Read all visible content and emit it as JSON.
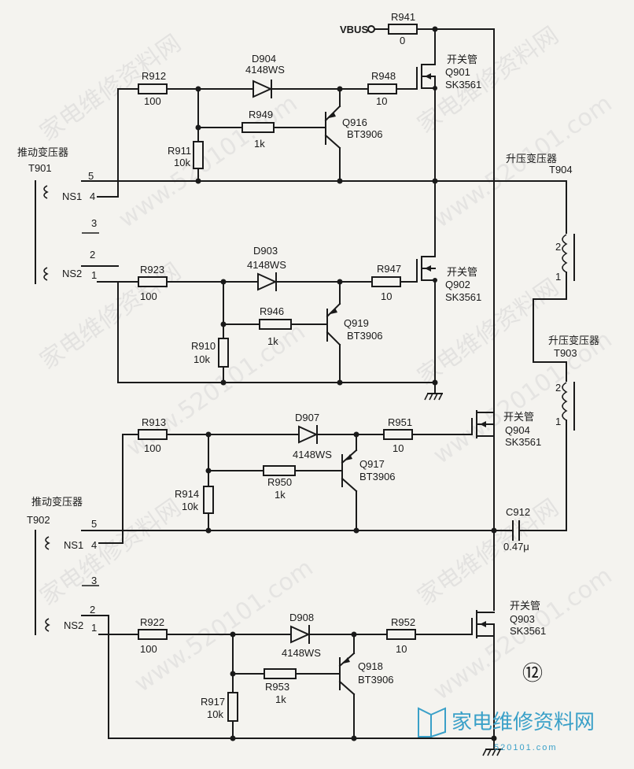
{
  "watermarks": [
    "家电维修资料网",
    "www.520101.com"
  ],
  "board_number": "⑫",
  "logo": {
    "text": "家电维修资料网",
    "url": "520101.com"
  },
  "labels": {
    "vbus": "VBUS",
    "r941": "R941",
    "r941v": "0",
    "d904": "D904",
    "d904v": "4148WS",
    "r912": "R912",
    "r912v": "100",
    "r948": "R948",
    "r948v": "10",
    "q901a": "开关管",
    "q901": "Q901",
    "q901t": "SK3561",
    "r949": "R949",
    "r949v": "1k",
    "q916": "Q916",
    "q916t": "BT3906",
    "r911": "R911",
    "r911v": "10k",
    "t901n": "推动变压器",
    "t901": "T901",
    "ns1a": "NS1",
    "p5a": "5",
    "p4a": "4",
    "p3a": "3",
    "ns2a": "NS2",
    "p2a": "2",
    "p1a": "1",
    "t904n": "升压变压器",
    "t904": "T904",
    "t904p2": "2",
    "t904p1": "1",
    "d903": "D903",
    "d903v": "4148WS",
    "r923": "R923",
    "r923v": "100",
    "r947": "R947",
    "r947v": "10",
    "q902a": "开关管",
    "q902": "Q902",
    "q902t": "SK3561",
    "r946": "R946",
    "r946v": "1k",
    "q919": "Q919",
    "q919t": "BT3906",
    "r910": "R910",
    "r910v": "10k",
    "t903n": "升压变压器",
    "t903": "T903",
    "t903p2": "2",
    "t903p1": "1",
    "r913": "R913",
    "r913v": "100",
    "d907": "D907",
    "d907v": "4148WS",
    "r951": "R951",
    "r951v": "10",
    "q904a": "开关管",
    "q904": "Q904",
    "q904t": "SK3561",
    "q917": "Q917",
    "q917t": "BT3906",
    "r950": "R950",
    "r950v": "1k",
    "r914": "R914",
    "r914v": "10k",
    "t902n": "推动变压器",
    "t902": "T902",
    "ns1b": "NS1",
    "p5b": "5",
    "p4b": "4",
    "p3b": "3",
    "c912": "C912",
    "c912v": "0.47μ",
    "ns2b": "NS2",
    "p2b": "2",
    "p1b": "1",
    "r922": "R922",
    "r922v": "100",
    "d908": "D908",
    "d908v": "4148WS",
    "r952": "R952",
    "r952v": "10",
    "q903a": "开关管",
    "q903": "Q903",
    "q903t": "SK3561",
    "q918": "Q918",
    "q918t": "BT3906",
    "r953": "R953",
    "r953v": "1k",
    "r917": "R917",
    "r917v": "10k"
  }
}
